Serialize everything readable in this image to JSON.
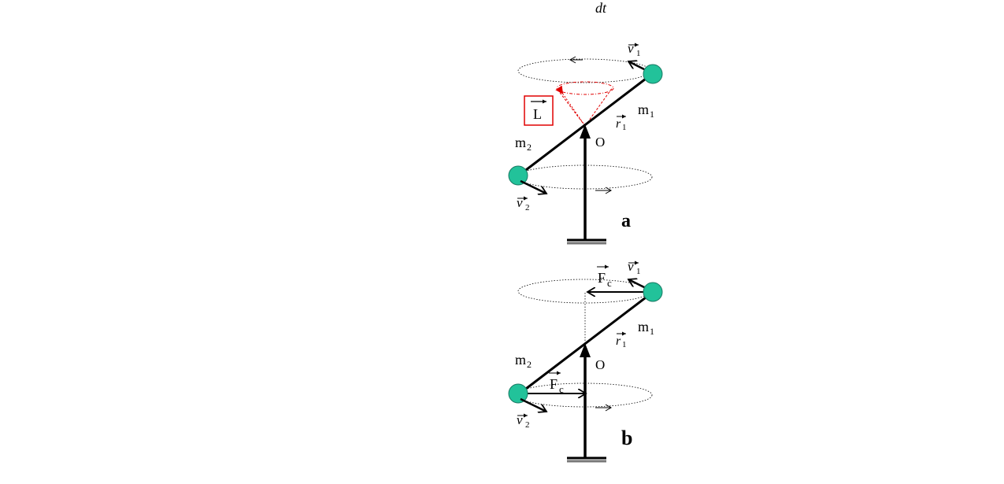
{
  "header": {
    "fragment_text": "dt"
  },
  "diagrams": [
    {
      "panel_label": "a",
      "mass_top": {
        "m": "m",
        "sub": "1"
      },
      "mass_bottom": {
        "m": "m",
        "sub": "2"
      },
      "origin": "O",
      "radius_vector": {
        "r": "r",
        "sub": "1"
      },
      "velocity_top": {
        "v": "v",
        "sub": "1"
      },
      "velocity_bottom": {
        "v": "v",
        "sub": "2"
      },
      "angular_momentum": "L"
    },
    {
      "panel_label": "b",
      "mass_top": {
        "m": "m",
        "sub": "1"
      },
      "mass_bottom": {
        "m": "m",
        "sub": "2"
      },
      "origin": "O",
      "radius_vector": {
        "r": "r",
        "sub": "1"
      },
      "velocity_top": {
        "v": "v",
        "sub": "1"
      },
      "velocity_bottom": {
        "v": "v",
        "sub": "2"
      },
      "force_top": {
        "F": "F",
        "sub": "c"
      },
      "force_bottom": {
        "F": "F",
        "sub": "c"
      }
    }
  ],
  "colors": {
    "mass_fill": "#22c29a",
    "line": "#000000",
    "angular_momentum": "#e00000",
    "base": "#666666"
  }
}
